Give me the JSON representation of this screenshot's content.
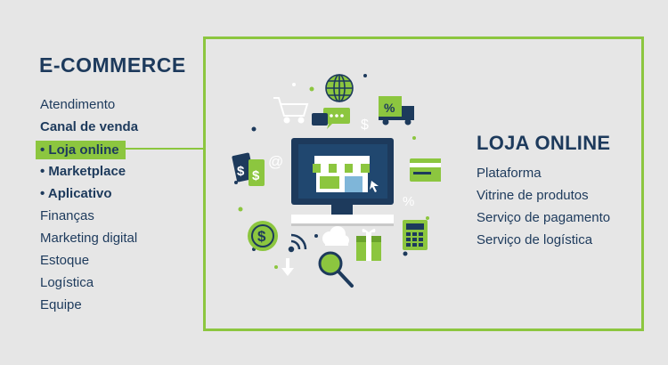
{
  "sidebar": {
    "title": "E-COMMERCE",
    "items": [
      {
        "label": "Atendimento"
      },
      {
        "label": "Canal de venda"
      },
      {
        "label": "• Loja online"
      },
      {
        "label": "• Marketplace"
      },
      {
        "label": "• Aplicativo"
      },
      {
        "label": "Finanças"
      },
      {
        "label": "Marketing digital"
      },
      {
        "label": "Estoque"
      },
      {
        "label": "Logística"
      },
      {
        "label": "Equipe"
      }
    ]
  },
  "panel": {
    "title": "LOJA ONLINE",
    "items": [
      {
        "label": "Plataforma"
      },
      {
        "label": "Vitrine de produtos"
      },
      {
        "label": "Serviço de pagamento"
      },
      {
        "label": "Serviço de logística"
      }
    ]
  },
  "illustration": {
    "icons": [
      "globe-icon",
      "shopping-cart-icon",
      "chat-bubble-icon",
      "dollar-sign-icon",
      "delivery-truck-icon",
      "price-tag-icon",
      "at-sign-icon",
      "credit-card-icon",
      "percent-icon",
      "computer-monitor-icon",
      "storefront-icon",
      "dollar-coin-icon",
      "wifi-signal-icon",
      "cloud-icon",
      "download-arrow-icon",
      "magnifier-icon",
      "gift-box-icon",
      "calculator-icon"
    ],
    "glyph_percent": "%",
    "glyph_dollar": "$",
    "glyph_at": "@"
  },
  "colors": {
    "navy": "#1d3a5c",
    "green": "#8cc63f",
    "background": "#e6e6e6"
  }
}
